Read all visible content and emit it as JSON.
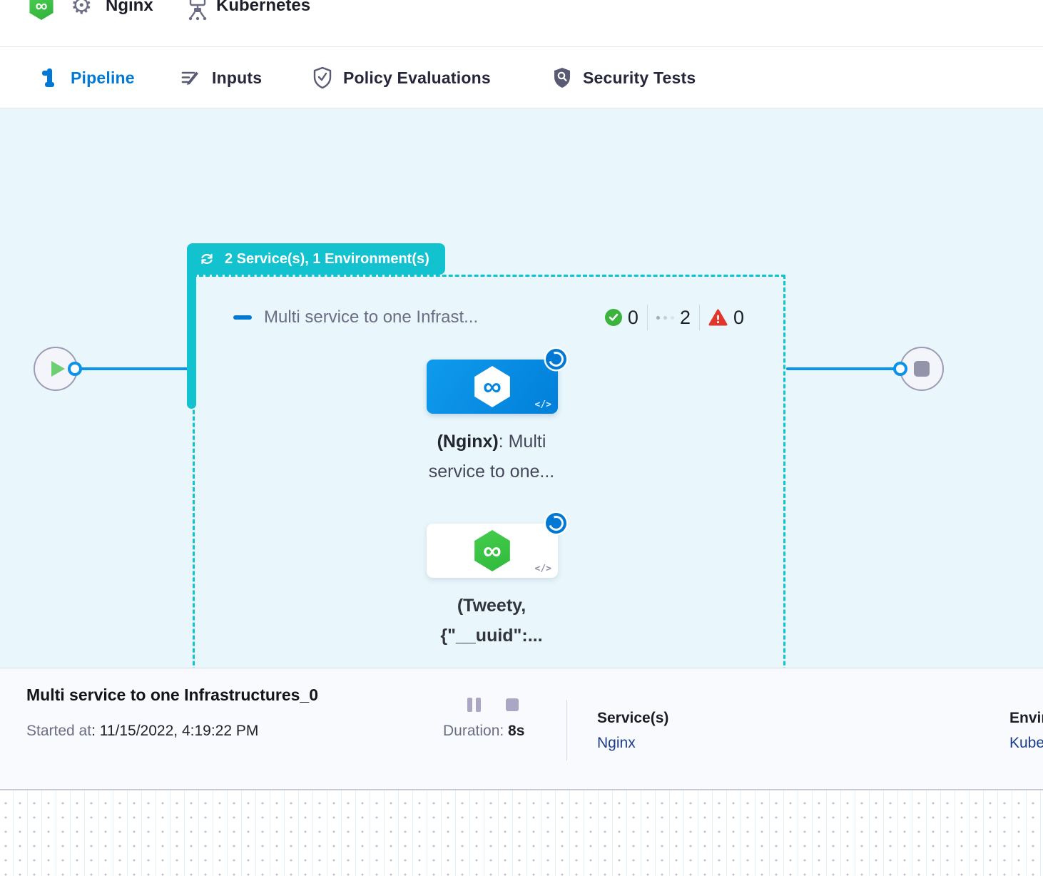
{
  "topbar": {
    "logo_glyph": "∞",
    "service_name": "Nginx",
    "environment_name": "Kubernetes"
  },
  "tabs": [
    {
      "label": "Pipeline",
      "active": true
    },
    {
      "label": "Inputs",
      "active": false
    },
    {
      "label": "Policy Evaluations",
      "active": false
    },
    {
      "label": "Security Tests",
      "active": false
    }
  ],
  "stage": {
    "badge_label": "2 Service(s), 1 Environment(s)",
    "title": "Multi service to one Infrast...",
    "counts": {
      "success": "0",
      "running": "2",
      "failed": "0"
    },
    "nginx_node": {
      "logo_glyph": "∞",
      "code_glyph": "</>",
      "label_bold": "(Nginx)",
      "label_rest": ": Multi",
      "label_line2": "service to one..."
    },
    "tweety_node": {
      "logo_glyph": "∞",
      "code_glyph": "</>",
      "label_line1": "(Tweety,",
      "label_line2": "{\"__uuid\":..."
    }
  },
  "footer": {
    "title": "Multi service to one Infrastructures_0",
    "started_label": "Started at",
    "started_value": ": 11/15/2022, 4:19:22 PM",
    "duration_label": "Duration: ",
    "duration_value": "8s",
    "services_label": "Service(s)",
    "services_value": "Nginx",
    "environments_label": "Environment(s)",
    "environments_value": "Kubernetes"
  },
  "colors": {
    "teal_stage": "#12c2ce",
    "primary_blue": "#0278d5",
    "edge_blue": "#0a93e9",
    "node_blue": "#0286e0",
    "success_green": "#3cb33c",
    "logo_green": "#3ec94a",
    "fail_red": "#e0362b",
    "link_navy": "#1a3c8c",
    "muted_gray": "#6b6d85",
    "canvas_bg": "#e9f7fc"
  }
}
